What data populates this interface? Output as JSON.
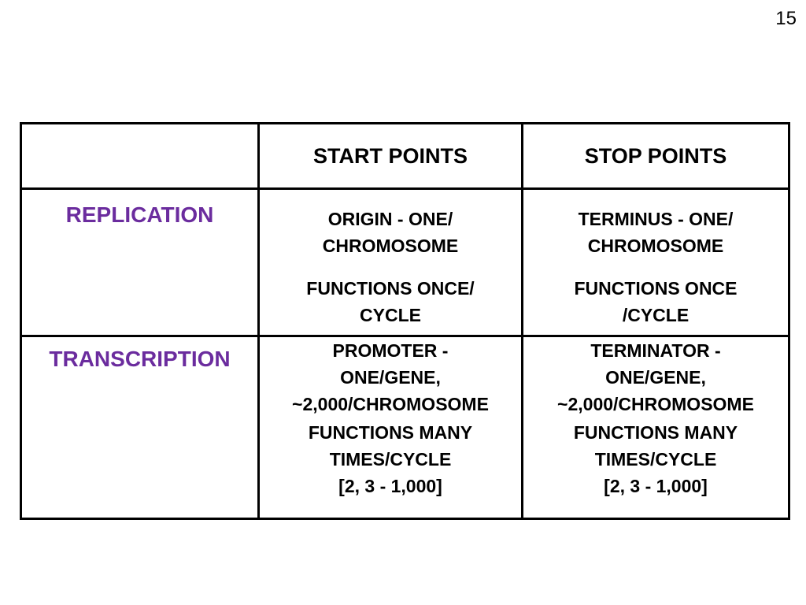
{
  "page_number": "15",
  "table": {
    "headers": [
      "",
      "START POINTS",
      "STOP POINTS"
    ],
    "rows": [
      {
        "label": "REPLICATION",
        "start": {
          "site": [
            "ORIGIN - ONE/",
            "CHROMOSOME"
          ],
          "function": [
            "FUNCTIONS ONCE/",
            "CYCLE"
          ]
        },
        "stop": {
          "site": [
            "TERMINUS - ONE/",
            "CHROMOSOME"
          ],
          "function": [
            "FUNCTIONS ONCE",
            "/CYCLE"
          ]
        }
      },
      {
        "label": "TRANSCRIPTION",
        "start": {
          "site": [
            "PROMOTER -",
            "ONE/GENE,",
            "~2,000/CHROMOSOME"
          ],
          "function": [
            "FUNCTIONS MANY",
            "TIMES/CYCLE",
            "[2, 3 - 1,000]"
          ]
        },
        "stop": {
          "site": [
            "TERMINATOR -",
            "ONE/GENE,",
            "~2,000/CHROMOSOME"
          ],
          "function": [
            "FUNCTIONS MANY",
            "TIMES/CYCLE",
            "[2, 3 - 1,000]"
          ]
        }
      }
    ]
  }
}
